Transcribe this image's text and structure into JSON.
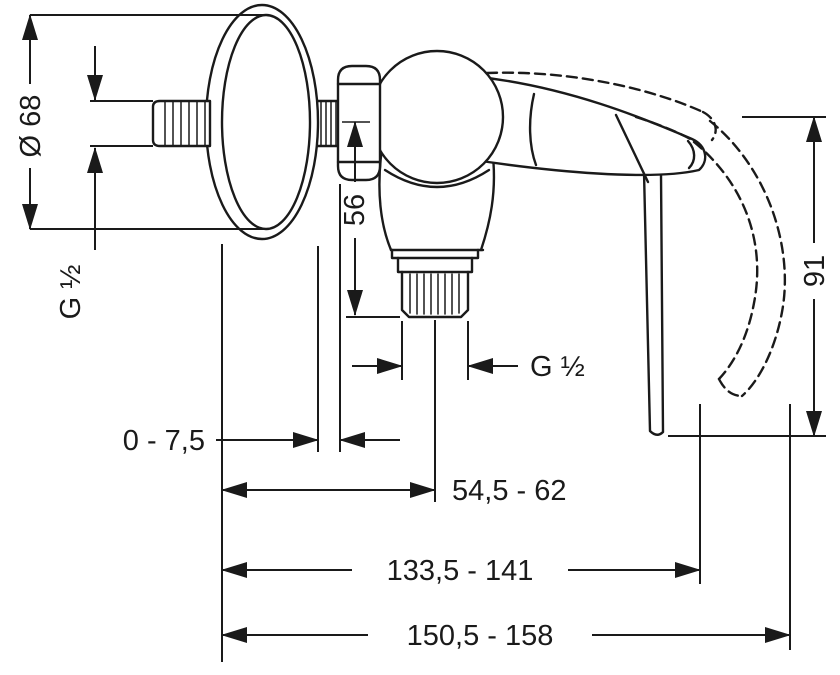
{
  "colors": {
    "line": "#1a1a1a",
    "background": "#ffffff"
  },
  "drawing": {
    "labels": {
      "plate_diameter": "Ø 68",
      "inlet_thread": "G ½",
      "inlet_outlet_offset": "56",
      "outlet_thread": "G ½",
      "handle_height": "91",
      "wall_adjustment": "0 - 7,5",
      "outlet_depth": "54,5 - 62",
      "handle_reach": "133,5 - 141",
      "total_depth": "150,5 - 158"
    }
  }
}
